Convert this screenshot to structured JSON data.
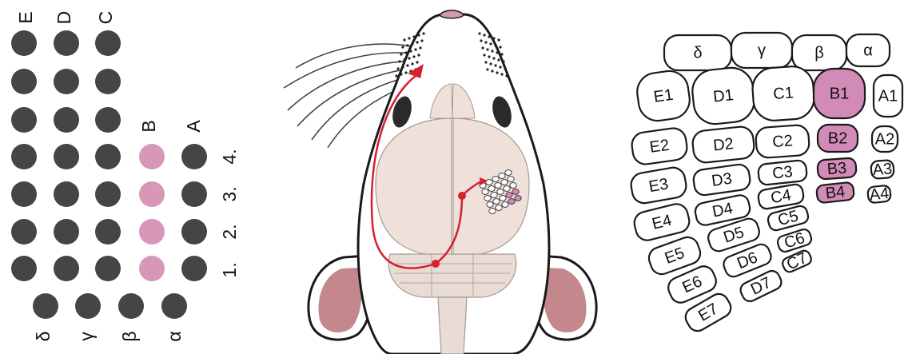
{
  "colors": {
    "whisker_off": "#454545",
    "whisker_on": "#d896b8",
    "barrel_on": "#d28bb6",
    "brain": "#efe1da",
    "cerebellum": "#e9dcd5",
    "ear": "#c4888c",
    "pathway": "#d4202f",
    "outline": "#1a1a1a"
  },
  "whisker_grid": {
    "row_labels": [
      "E",
      "D",
      "C",
      "B",
      "A"
    ],
    "column_labels": [
      "1.",
      "2.",
      "3.",
      "4."
    ],
    "straddler_labels": [
      "δ",
      "γ",
      "β",
      "α"
    ],
    "active_row": "B",
    "active_columns": [
      "1.",
      "2.",
      "3.",
      "4."
    ]
  },
  "barrel_map": {
    "straddlers": [
      "δ",
      "γ",
      "β",
      "α"
    ],
    "rows": [
      {
        "row": "E",
        "barrels": [
          "E1",
          "E2",
          "E3",
          "E4",
          "E5",
          "E6",
          "E7"
        ]
      },
      {
        "row": "D",
        "barrels": [
          "D1",
          "D2",
          "D3",
          "D4",
          "D5",
          "D6",
          "D7"
        ]
      },
      {
        "row": "C",
        "barrels": [
          "C1",
          "C2",
          "C3",
          "C4",
          "C5",
          "C6",
          "C7"
        ]
      },
      {
        "row": "B",
        "barrels": [
          "B1",
          "B2",
          "B3",
          "B4"
        ]
      },
      {
        "row": "A",
        "barrels": [
          "A1",
          "A2",
          "A3",
          "A4"
        ]
      }
    ],
    "highlighted": [
      "B1",
      "B2",
      "B3",
      "B4"
    ]
  }
}
